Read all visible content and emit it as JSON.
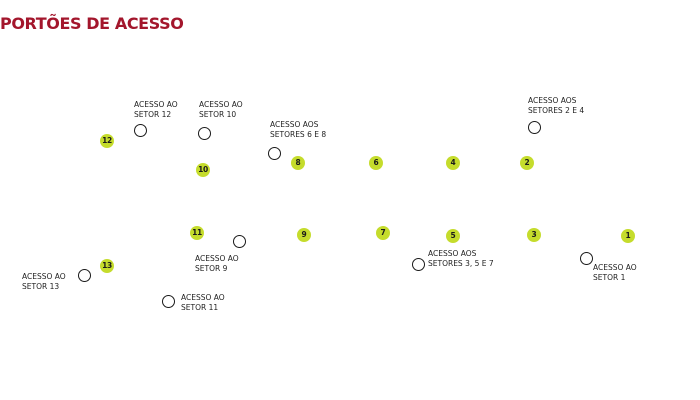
{
  "title": "PORTÕES DE ACESSO",
  "colors": {
    "title": "#a3162c",
    "badge": "#c5dc2c",
    "badge_text": "#1a1a1a",
    "circle_stroke": "#1a1a1a"
  },
  "gate_numbers": [
    "1",
    "2",
    "3",
    "4",
    "5",
    "6",
    "7",
    "8",
    "9",
    "10",
    "11",
    "12",
    "13"
  ],
  "access_points": [
    {
      "line1": "ACESSO AO",
      "line2": "SETOR 12"
    },
    {
      "line1": "ACESSO AO",
      "line2": "SETOR 10"
    },
    {
      "line1": "ACESSO AOS",
      "line2": "SETORES 6 E 8"
    },
    {
      "line1": "ACESSO AOS",
      "line2": "SETORES 2 E 4"
    },
    {
      "line1": "ACESSO AO",
      "line2": "SETOR 9"
    },
    {
      "line1": "ACESSO AOS",
      "line2": "SETORES 3, 5 E 7"
    },
    {
      "line1": "ACESSO AO",
      "line2": "SETOR 1"
    },
    {
      "line1": "ACESSO AO",
      "line2": "SETOR 13"
    },
    {
      "line1": "ACESSO AO",
      "line2": "SETOR 11"
    }
  ]
}
